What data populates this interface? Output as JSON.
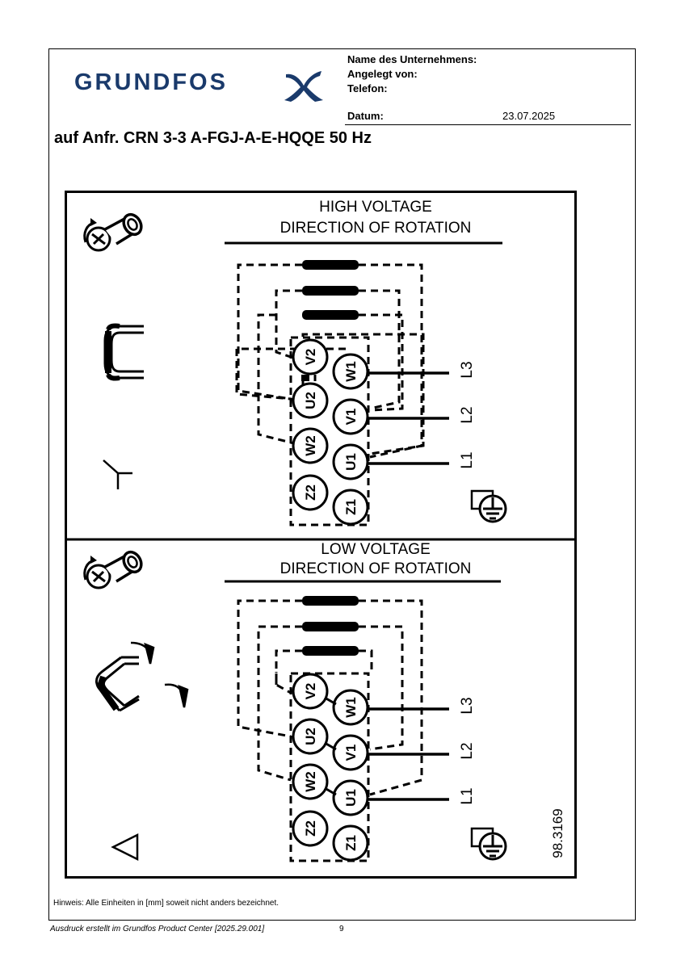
{
  "header": {
    "company_label": "Name des Unternehmens:",
    "created_by_label": "Angelegt von:",
    "phone_label": "Telefon:",
    "date_label": "Datum:",
    "date_value": "23.07.2025",
    "logo_text": "GRUNDFOS"
  },
  "title": "auf Anfr. CRN 3-3 A-FGJ-A-E-HQQE 50 Hz",
  "diagram": {
    "high": {
      "title_line1": "HIGH VOLTAGE",
      "title_line2": "DIRECTION OF ROTATION"
    },
    "low": {
      "title_line1": "LOW VOLTAGE",
      "title_line2": "DIRECTION OF ROTATION"
    },
    "terminals_left": [
      "V2",
      "U2",
      "W2",
      "Z2"
    ],
    "terminals_right": [
      "W1",
      "V1",
      "U1",
      "Z1"
    ],
    "lines": [
      "L3",
      "L2",
      "L1"
    ],
    "drawing_number": "98.3169",
    "icons": [
      "rotation-screw-icon",
      "bridge-link-icon",
      "star-symbol-icon",
      "delta-symbol-icon",
      "earth-ground-icon"
    ]
  },
  "note": "Hinweis: Alle Einheiten in [mm] soweit nicht anders bezeichnet.",
  "footer": "Ausdruck erstellt im Grundfos Product Center [2025.29.001]",
  "page_number": "9",
  "colors": {
    "logo": "#1a3a6b"
  }
}
